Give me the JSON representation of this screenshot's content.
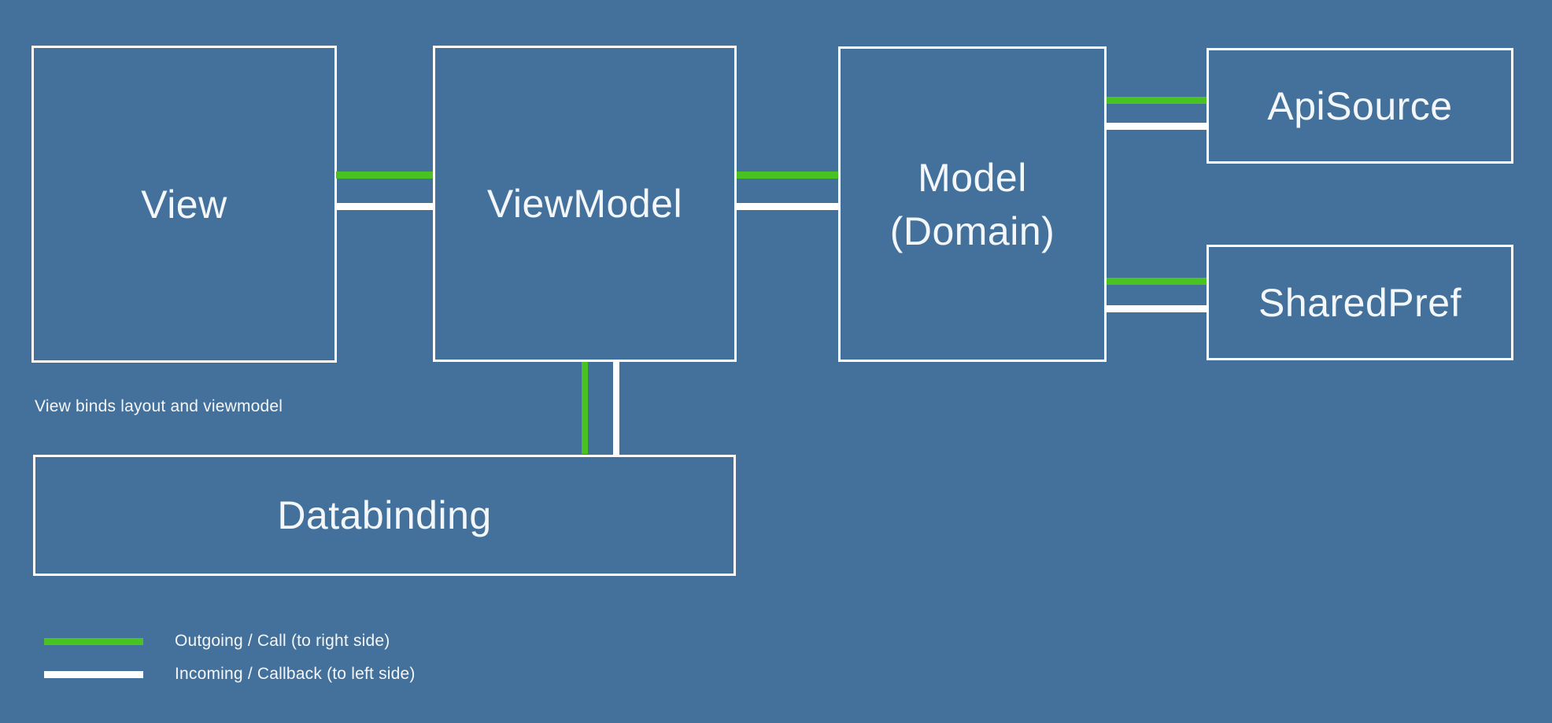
{
  "nodes": {
    "view": {
      "label": "View"
    },
    "viewmodel": {
      "label": "ViewModel"
    },
    "model": {
      "line1": "Model",
      "line2": "(Domain)"
    },
    "apisource": {
      "label": "ApiSource"
    },
    "sharedpref": {
      "label": "SharedPref"
    },
    "databinding": {
      "label": "Databinding"
    }
  },
  "edges": [
    {
      "from": "view",
      "to": "viewmodel",
      "types": [
        "outgoing",
        "incoming"
      ]
    },
    {
      "from": "viewmodel",
      "to": "model",
      "types": [
        "outgoing",
        "incoming"
      ]
    },
    {
      "from": "model",
      "to": "apisource",
      "types": [
        "outgoing",
        "incoming"
      ]
    },
    {
      "from": "model",
      "to": "sharedpref",
      "types": [
        "outgoing",
        "incoming"
      ]
    },
    {
      "from": "viewmodel",
      "to": "databinding",
      "types": [
        "outgoing",
        "incoming"
      ]
    }
  ],
  "caption": "View binds layout and viewmodel",
  "legend": [
    {
      "type": "outgoing",
      "label": "Outgoing / Call (to right side)"
    },
    {
      "type": "incoming",
      "label": "Incoming / Callback (to left side)"
    }
  ],
  "colors": {
    "background": "#43719b",
    "outgoing_green": "#4ac322",
    "incoming_white": "#ffffff",
    "text": "#f4f7fa"
  }
}
